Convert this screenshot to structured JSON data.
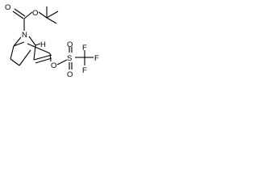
{
  "atoms": {
    "o_carbonyl": "O",
    "o_ester": "O",
    "n_bridge": "N",
    "h_bridgehead": "H",
    "o_triflate": "O",
    "s_sulfonyl": "S",
    "o_sulfonyl_top": "O",
    "o_sulfonyl_bottom": "O",
    "f_top": "F",
    "f_right": "F",
    "f_bottom": "F"
  }
}
